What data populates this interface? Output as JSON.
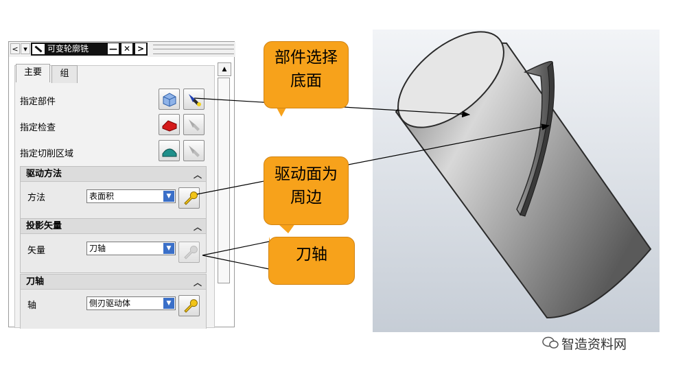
{
  "dialog": {
    "title": "可变轮廓铣",
    "min_glyph": "—",
    "close_glyph": "✕",
    "prev_glyph": "<",
    "next_glyph": ">",
    "tabs": [
      {
        "label": "主要"
      },
      {
        "label": "组"
      }
    ],
    "rows": [
      {
        "label": "指定部件",
        "icon": "part-select-icon"
      },
      {
        "label": "指定检查",
        "icon": "check-select-icon"
      },
      {
        "label": "指定切削区域",
        "icon": "cut-area-select-icon"
      }
    ],
    "groups": [
      {
        "title": "驱动方法",
        "field_label": "方法",
        "value": "表面积"
      },
      {
        "title": "投影矢量",
        "field_label": "矢量",
        "value": "刀轴"
      },
      {
        "title": "刀轴",
        "field_label": "轴",
        "value": "侧刃驱动体"
      }
    ]
  },
  "callouts": [
    {
      "text": "部件选择底面"
    },
    {
      "text": "驱动面为周边"
    },
    {
      "text": "刀轴"
    }
  ],
  "watermark": {
    "text": "智造资料网",
    "icon": "wechat-icon"
  },
  "colors": {
    "callout": "#f7a21b",
    "dropdown": "#3a6fc8",
    "titlebar": "#111111"
  }
}
